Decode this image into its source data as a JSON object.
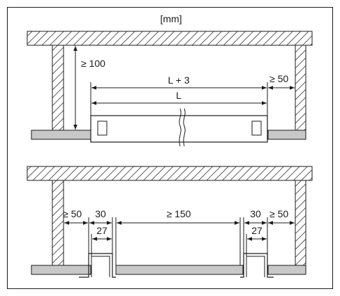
{
  "unit_label": "[mm]",
  "top": {
    "dim_height": "≥ 100",
    "dim_outer": "L + 3",
    "dim_inner": "L",
    "dim_right_gap": "≥ 50"
  },
  "bottom": {
    "dim_left_gap": "≥ 50",
    "dim_left_outer": "30",
    "dim_left_inner": "27",
    "dim_middle": "≥ 150",
    "dim_right_outer": "30",
    "dim_right_inner": "27",
    "dim_right_gap": "≥ 50"
  },
  "colors": {
    "line": "#1a1a1a",
    "fill_gray": "#c8c8c8",
    "background": "#ffffff"
  }
}
